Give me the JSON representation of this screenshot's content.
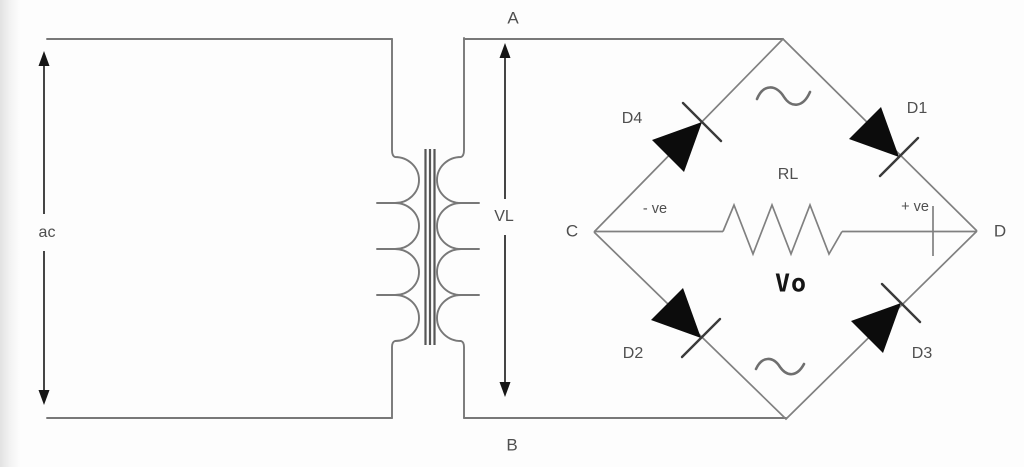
{
  "diagram": {
    "source_label": "ac",
    "transformer": {
      "secondary_voltage_label": "VL"
    },
    "terminals": {
      "a": "A",
      "b": "B",
      "c": "C",
      "d": "D"
    },
    "diodes": {
      "d1": "D1",
      "d2": "D2",
      "d3": "D3",
      "d4": "D4"
    },
    "load": {
      "resistor_label": "RL",
      "output_voltage_label": "Vo",
      "positive_label": "+ ve",
      "negative_label": "- ve"
    },
    "icons": {
      "ac_wave_top": "sine-wave",
      "ac_wave_bottom": "sine-wave",
      "ac_source_arrow": "double-headed-arrow",
      "vl_arrow": "double-headed-arrow"
    },
    "colors": {
      "background": "#fdfdfd",
      "wire": "#787878",
      "label": "#4f4f4f",
      "diode_fill": "#0c0c0c",
      "arrow": "#3c3c3c",
      "output_text": "#151515"
    }
  }
}
